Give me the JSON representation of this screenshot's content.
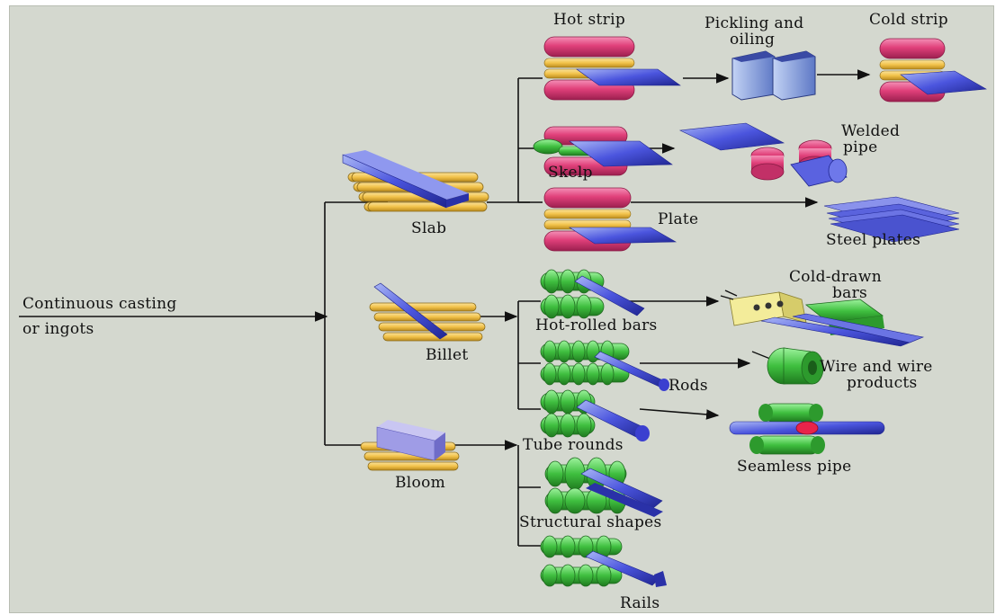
{
  "diagram": {
    "source": {
      "line1": "Continuous casting",
      "line2": "or ingots"
    },
    "primary": {
      "slab": "Slab",
      "billet": "Billet",
      "bloom": "Bloom"
    },
    "mills": {
      "hot_strip": "Hot strip",
      "skelp": "Skelp",
      "plate": "Plate",
      "hot_rolled_bars": "Hot-rolled bars",
      "rods": "Rods",
      "tube_rounds": "Tube rounds",
      "structural_shapes": "Structural shapes",
      "rails": "Rails"
    },
    "products": {
      "pickling_line1": "Pickling and",
      "pickling_line2": "oiling",
      "cold_strip": "Cold strip",
      "welded_line1": "Welded",
      "welded_line2": "pipe",
      "steel_plates": "Steel plates",
      "cold_drawn_line1": "Cold-drawn",
      "cold_drawn_line2": "bars",
      "wire_line1": "Wire and wire",
      "wire_line2": "products",
      "seamless_pipe": "Seamless pipe"
    },
    "colors": {
      "background": "#d4d8cf",
      "roll_magenta": "#e0407a",
      "roll_yellow": "#f2c24a",
      "roll_green": "#3fbf3f",
      "steel_blue": "#3b3fd0",
      "pickling_blue": "#7f9ad8",
      "die_yellow": "#f3ec9a"
    }
  }
}
